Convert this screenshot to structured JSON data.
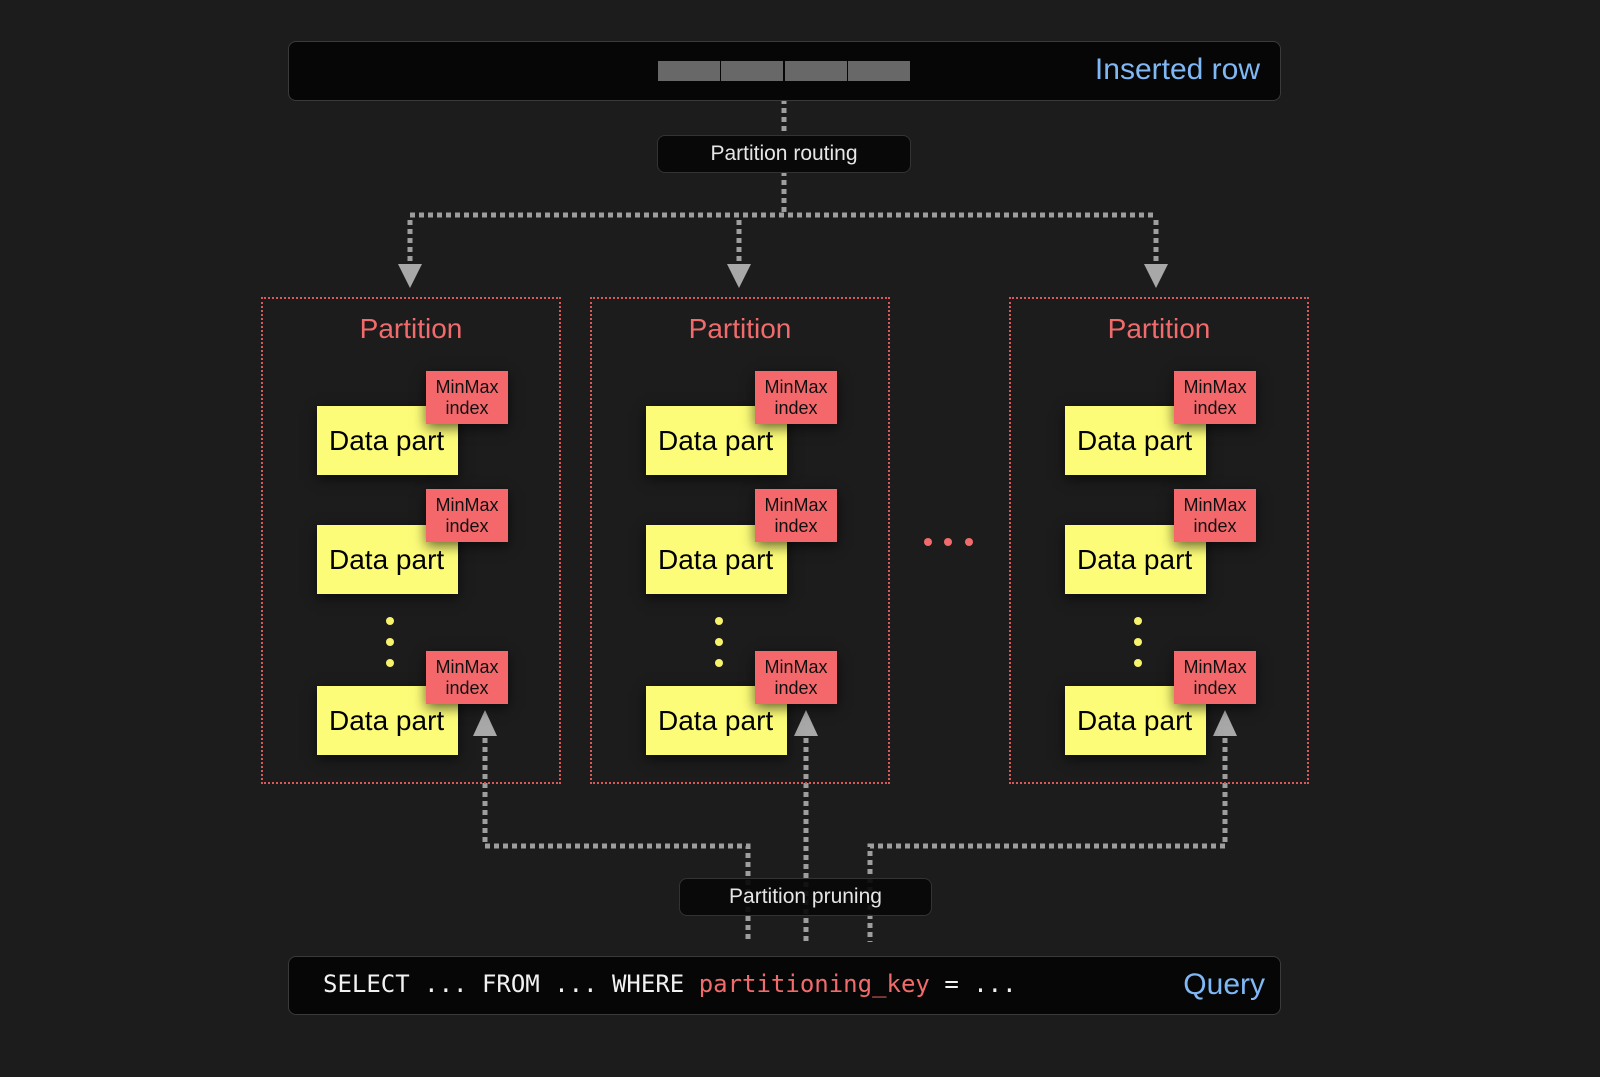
{
  "insert": {
    "label": "Inserted row",
    "cells": 4
  },
  "routing_label": "Partition routing",
  "partitions": [
    {
      "title": "Partition",
      "parts": [
        "Data part",
        "Data part",
        "Data part"
      ],
      "index_label_1": "MinMax",
      "index_label_2": "index"
    },
    {
      "title": "Partition",
      "parts": [
        "Data part",
        "Data part",
        "Data part"
      ],
      "index_label_1": "MinMax",
      "index_label_2": "index"
    },
    {
      "title": "Partition",
      "parts": [
        "Data part",
        "Data part",
        "Data part"
      ],
      "index_label_1": "MinMax",
      "index_label_2": "index"
    }
  ],
  "pruning_label": "Partition pruning",
  "query": {
    "label": "Query",
    "sql_prefix": "SELECT ... FROM ... WHERE ",
    "sql_key": "partitioning_key",
    "sql_suffix": " = ..."
  },
  "colors": {
    "background": "#1c1c1c",
    "partition": "#f26b6c",
    "data_part": "#fcfc78",
    "minmax": "#f4686c",
    "label_blue": "#80b8f6",
    "connector": "#9a9a9a"
  }
}
